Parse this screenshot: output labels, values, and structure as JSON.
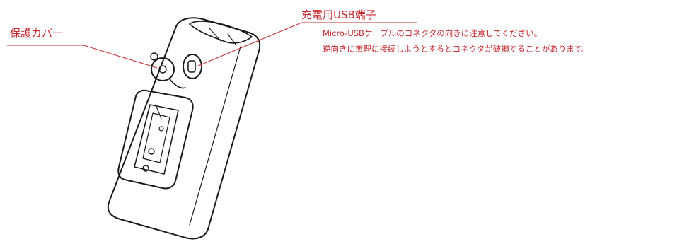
{
  "colors": {
    "accent": "#c8282d",
    "line_art": "#1a1a1a",
    "background": "#ffffff"
  },
  "labels": {
    "cover": "保護カバー",
    "usb_port": "充電用USB端子"
  },
  "note": {
    "line1": "Micro-USBケーブルのコネクタの向きに注意してください。",
    "line2": "逆向きに無理に接続しようとするとコネクタが破損することがあります。"
  }
}
